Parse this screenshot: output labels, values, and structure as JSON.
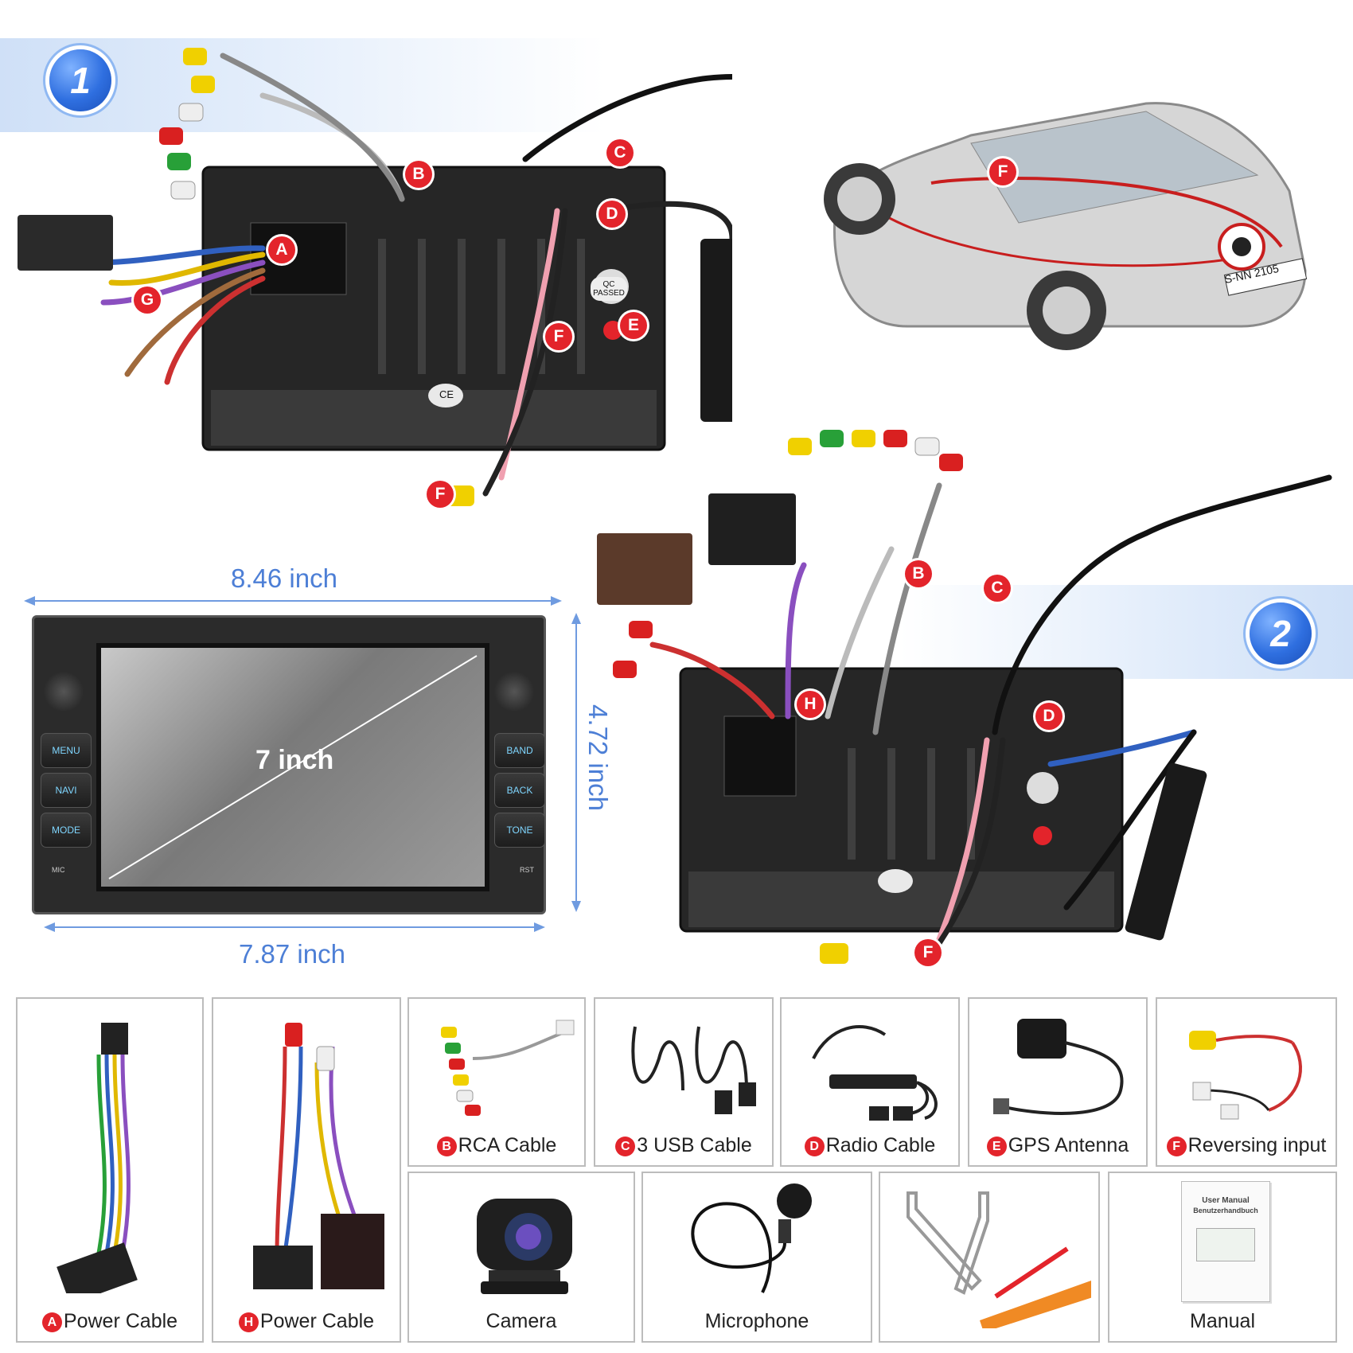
{
  "steps": {
    "one": "1",
    "two": "2"
  },
  "markers": {
    "a": "A",
    "b": "B",
    "c": "C",
    "d": "D",
    "e": "E",
    "f": "F",
    "g": "G",
    "h": "H"
  },
  "dimensions": {
    "width_top": "8.46 inch",
    "width_bottom": "7.87 inch",
    "height": "4.72 inch",
    "screen": "7 inch"
  },
  "unit_buttons": {
    "menu": "MENU",
    "navi": "NAVI",
    "mode": "MODE",
    "band": "BAND",
    "back": "BACK",
    "tone": "TONE",
    "mic": "MIC",
    "rst": "RST"
  },
  "unit_labels": {
    "qc": "QC PASSED",
    "ce": "CE"
  },
  "car": {
    "plate": "S-NN 2105"
  },
  "accessories": [
    {
      "marker": "B",
      "label": "RCA Cable"
    },
    {
      "marker": "C",
      "label": "3 USB Cable"
    },
    {
      "marker": "D",
      "label": "Radio Cable"
    },
    {
      "marker": "E",
      "label": "GPS Antenna"
    },
    {
      "marker": "F",
      "label": "Reversing input"
    },
    {
      "marker": "A",
      "label": "Power Cable"
    },
    {
      "marker": "H",
      "label": "Power Cable"
    },
    {
      "marker": "",
      "label": "Camera"
    },
    {
      "marker": "",
      "label": "Microphone"
    },
    {
      "marker": "",
      "label": "Manual"
    }
  ],
  "manual_cover": {
    "line1": "User Manual",
    "line2": "Benutzerhandbuch"
  },
  "colors": {
    "accent_blue": "#2f6fe0",
    "dimension_blue": "#4d7fd6",
    "marker_red": "#e3242b",
    "unit_black": "#2b2b2b"
  }
}
